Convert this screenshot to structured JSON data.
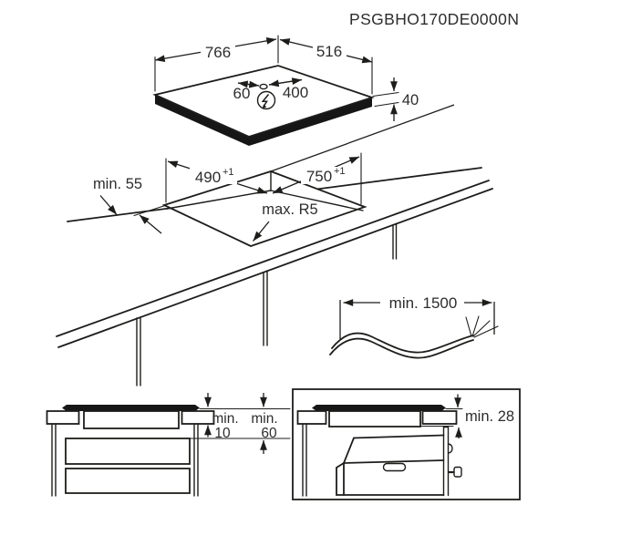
{
  "header": {
    "model_code": "PSGBHO170DE0000N"
  },
  "colors": {
    "line": "#1d1d1b",
    "text": "#2d2d2d",
    "background": "#ffffff"
  },
  "hob_top_view": {
    "width": "766",
    "depth": "516",
    "height": "40",
    "connection_offset_left": "60",
    "connection_offset_right": "400",
    "power_symbol": "lightning-bolt-in-circle"
  },
  "worktop_cutout": {
    "cutout_depth": "490",
    "cutout_depth_tolerance": "+1",
    "cutout_width": "750",
    "cutout_width_tolerance": "+1",
    "rear_clearance": "min. 55",
    "corner_radius": "max. R5"
  },
  "power_cable": {
    "min_length": "min. 1500"
  },
  "drawer_clearance": {
    "gap_label_1": "min.",
    "gap_value_1": "10",
    "gap_label_2": "min.",
    "gap_value_2": "60"
  },
  "oven_clearance": {
    "gap": "min. 28"
  }
}
